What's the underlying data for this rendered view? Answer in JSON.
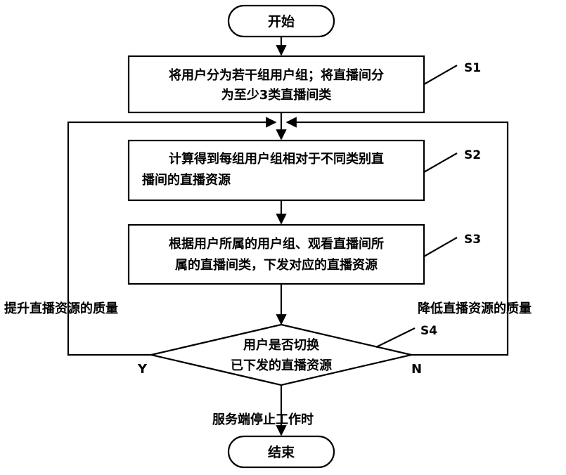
{
  "start": {
    "label": "开始"
  },
  "end": {
    "label": "结束"
  },
  "steps": [
    {
      "id": "S1",
      "lines": [
        "将用户分为若干组用户组；将直播间分",
        "为至少3类直播间类"
      ]
    },
    {
      "id": "S2",
      "lines": [
        "计算得到每组用户组相对于不同类别直",
        "播间的直播资源"
      ]
    },
    {
      "id": "S3",
      "lines": [
        "根据用户所属的用户组、观看直播间所",
        "属的直播间类，下发对应的直播资源"
      ]
    }
  ],
  "decision": {
    "id": "S4",
    "lines": [
      "用户是否切换",
      "已下发的直播资源"
    ]
  },
  "branches": {
    "yes_label": "Y",
    "no_label": "N",
    "yes_action": "提升直播资源的质量",
    "no_action": "降低直播资源的质量"
  },
  "exit_condition": "服务端停止工作时"
}
